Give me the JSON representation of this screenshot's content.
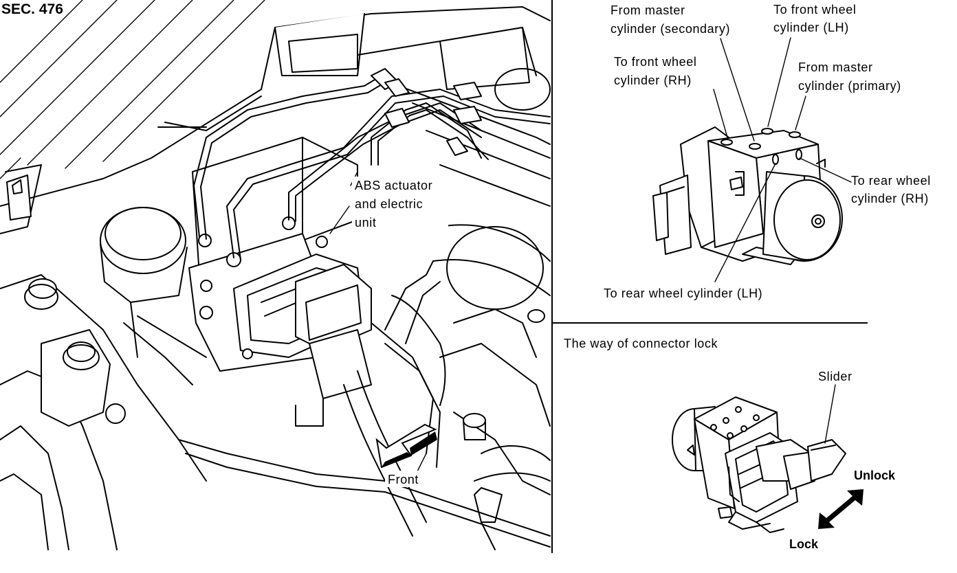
{
  "section_label": "SEC. 476",
  "main_view": {
    "actuator_label": [
      "ABS actuator",
      "and electric",
      "unit"
    ],
    "front_label": "Front"
  },
  "ports_view": {
    "from_master_secondary": [
      "From master",
      "cylinder (secondary)"
    ],
    "to_front_lh": [
      "To front wheel",
      "cylinder (LH)"
    ],
    "to_front_rh": [
      "To front wheel",
      "cylinder (RH)"
    ],
    "from_master_primary": [
      "From master",
      "cylinder (primary)"
    ],
    "to_rear_rh": [
      "To rear wheel",
      "cylinder (RH)"
    ],
    "to_rear_lh": "To rear wheel cylinder (LH)"
  },
  "connector_view": {
    "title": "The way of connector lock",
    "slider": "Slider",
    "unlock": "Unlock",
    "lock": "Lock"
  }
}
